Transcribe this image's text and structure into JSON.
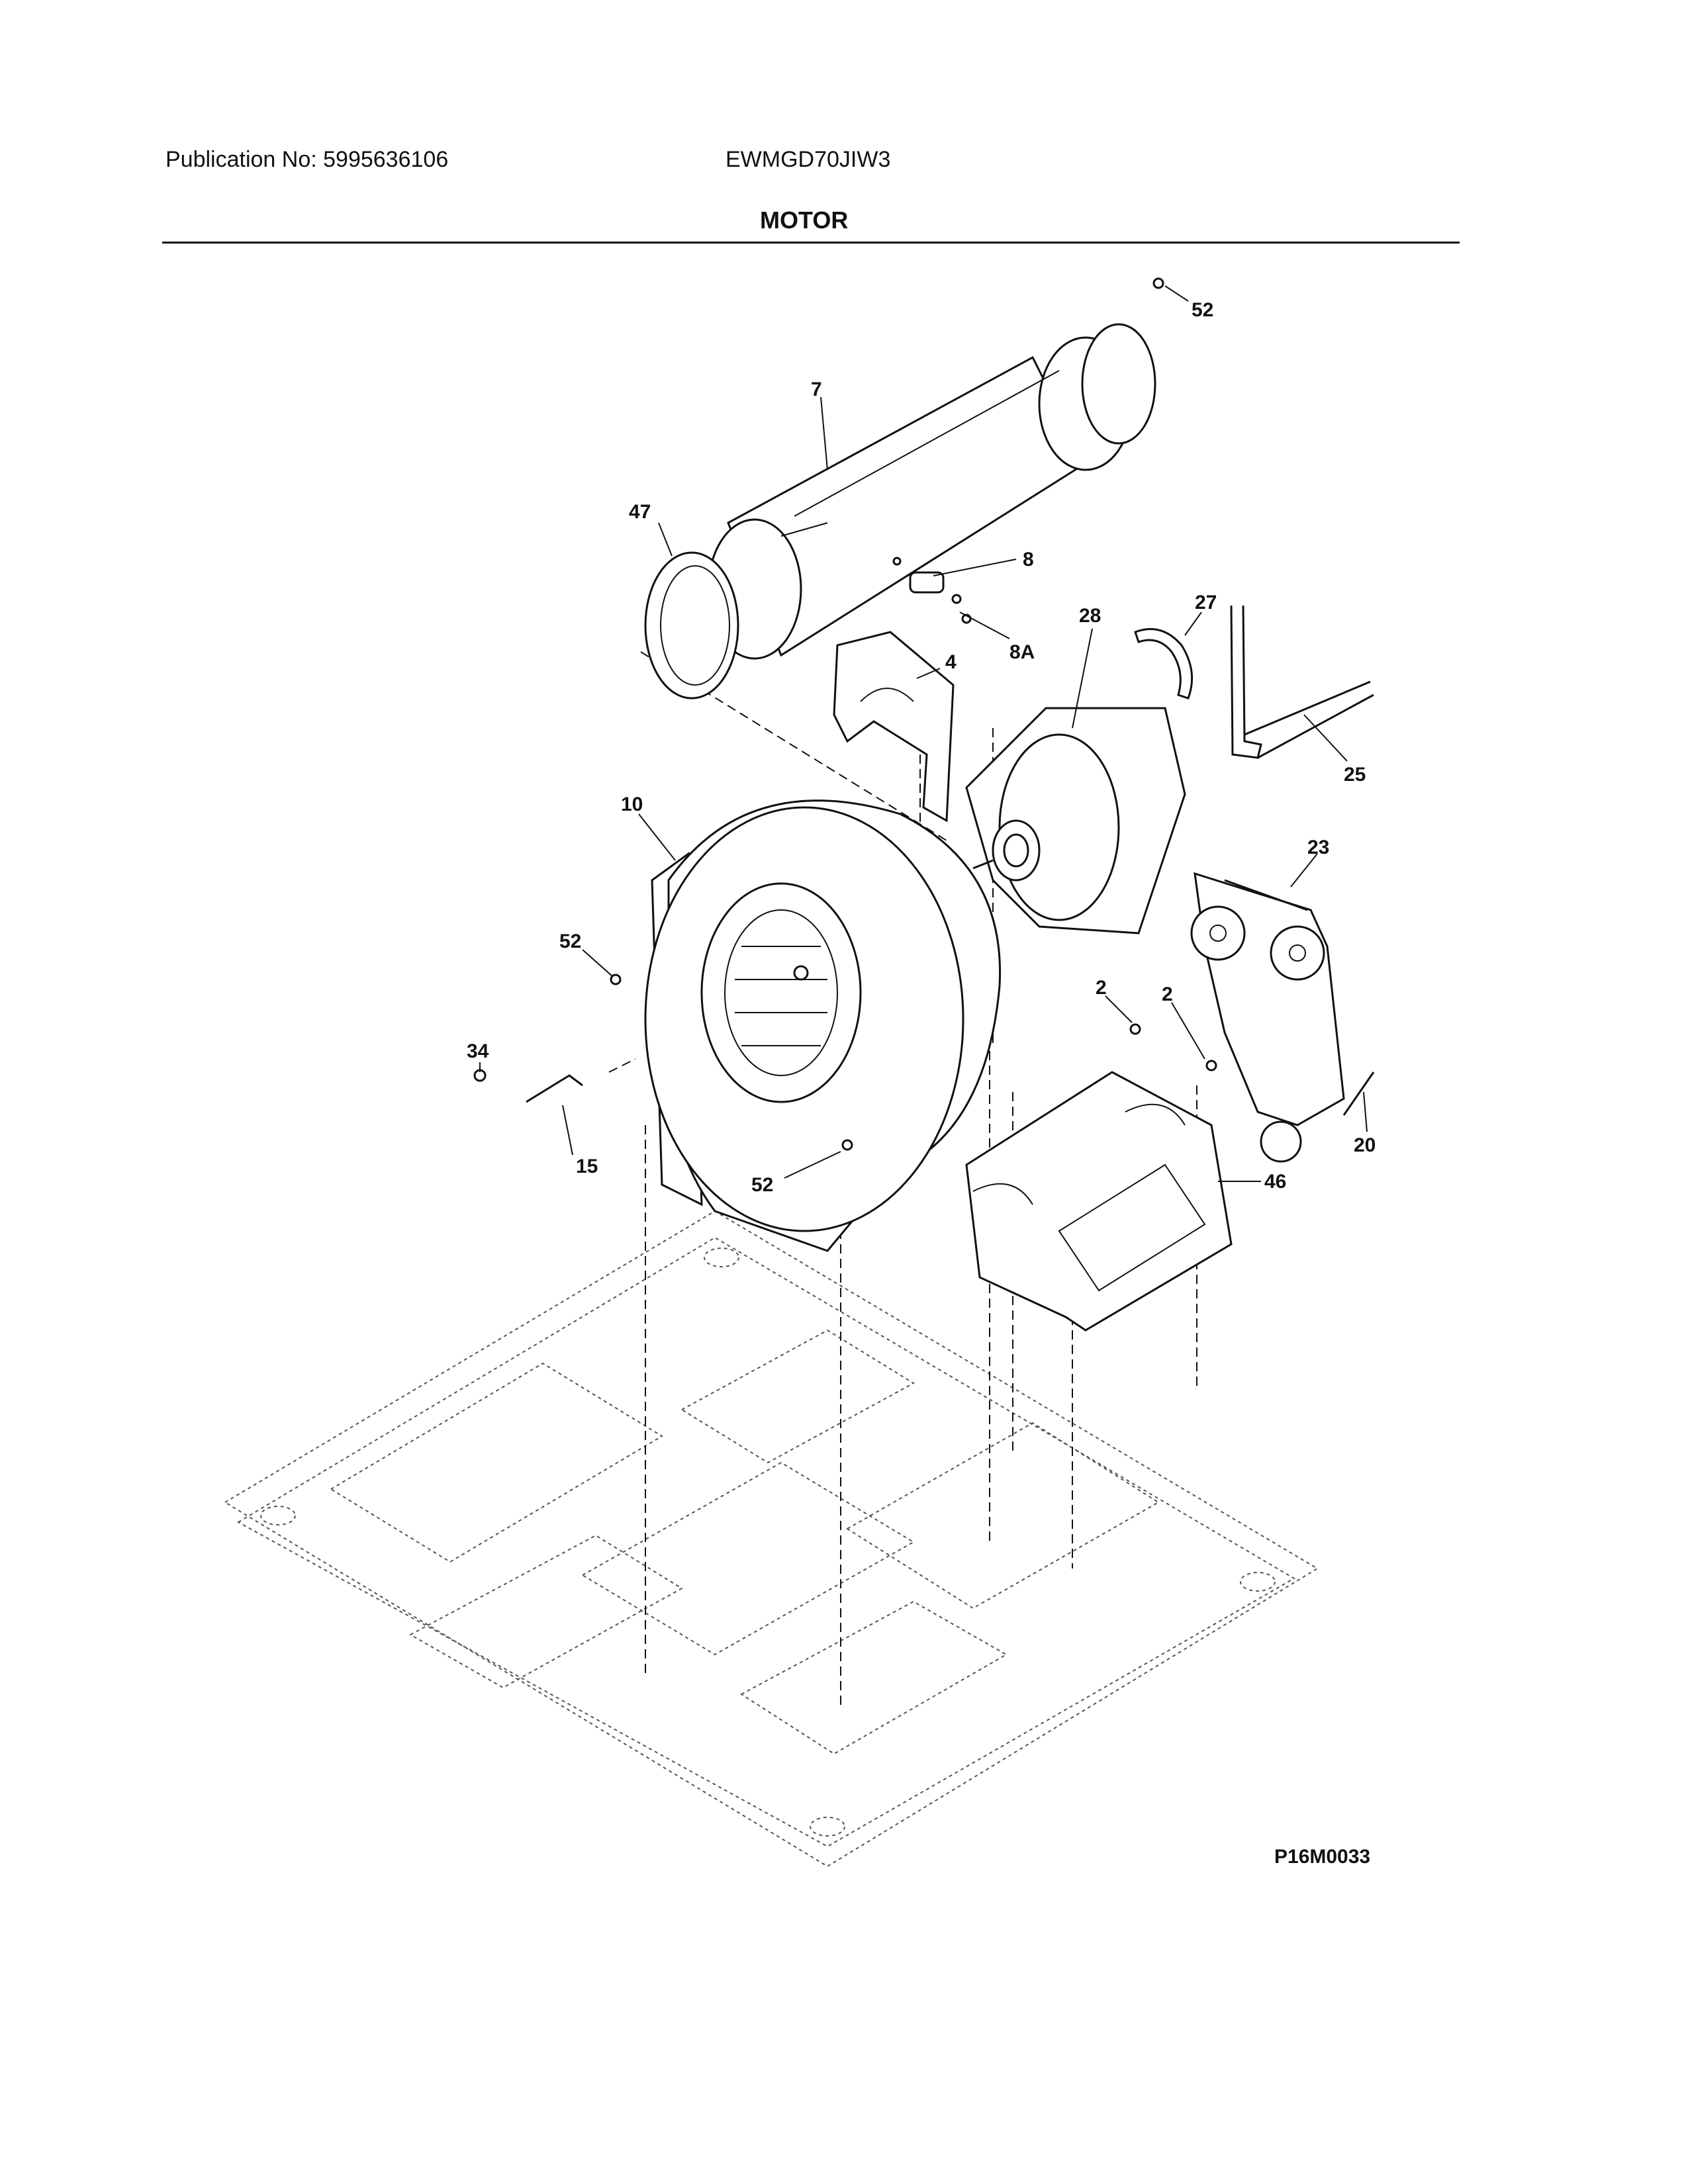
{
  "header": {
    "publication": "Publication No:  5995636106",
    "model": "EWMGD70JIW3",
    "section_title": "MOTOR"
  },
  "diagram_code": "P16M0033",
  "callouts": {
    "c52_top": "52",
    "c7": "7",
    "c47": "47",
    "c8": "8",
    "c8a": "8A",
    "c4": "4",
    "c28": "28",
    "c27": "27",
    "c25": "25",
    "c10": "10",
    "c23": "23",
    "c52_left": "52",
    "c34": "34",
    "c15": "15",
    "c52_bottom": "52",
    "c2_a": "2",
    "c2_b": "2",
    "c20": "20",
    "c46": "46"
  }
}
